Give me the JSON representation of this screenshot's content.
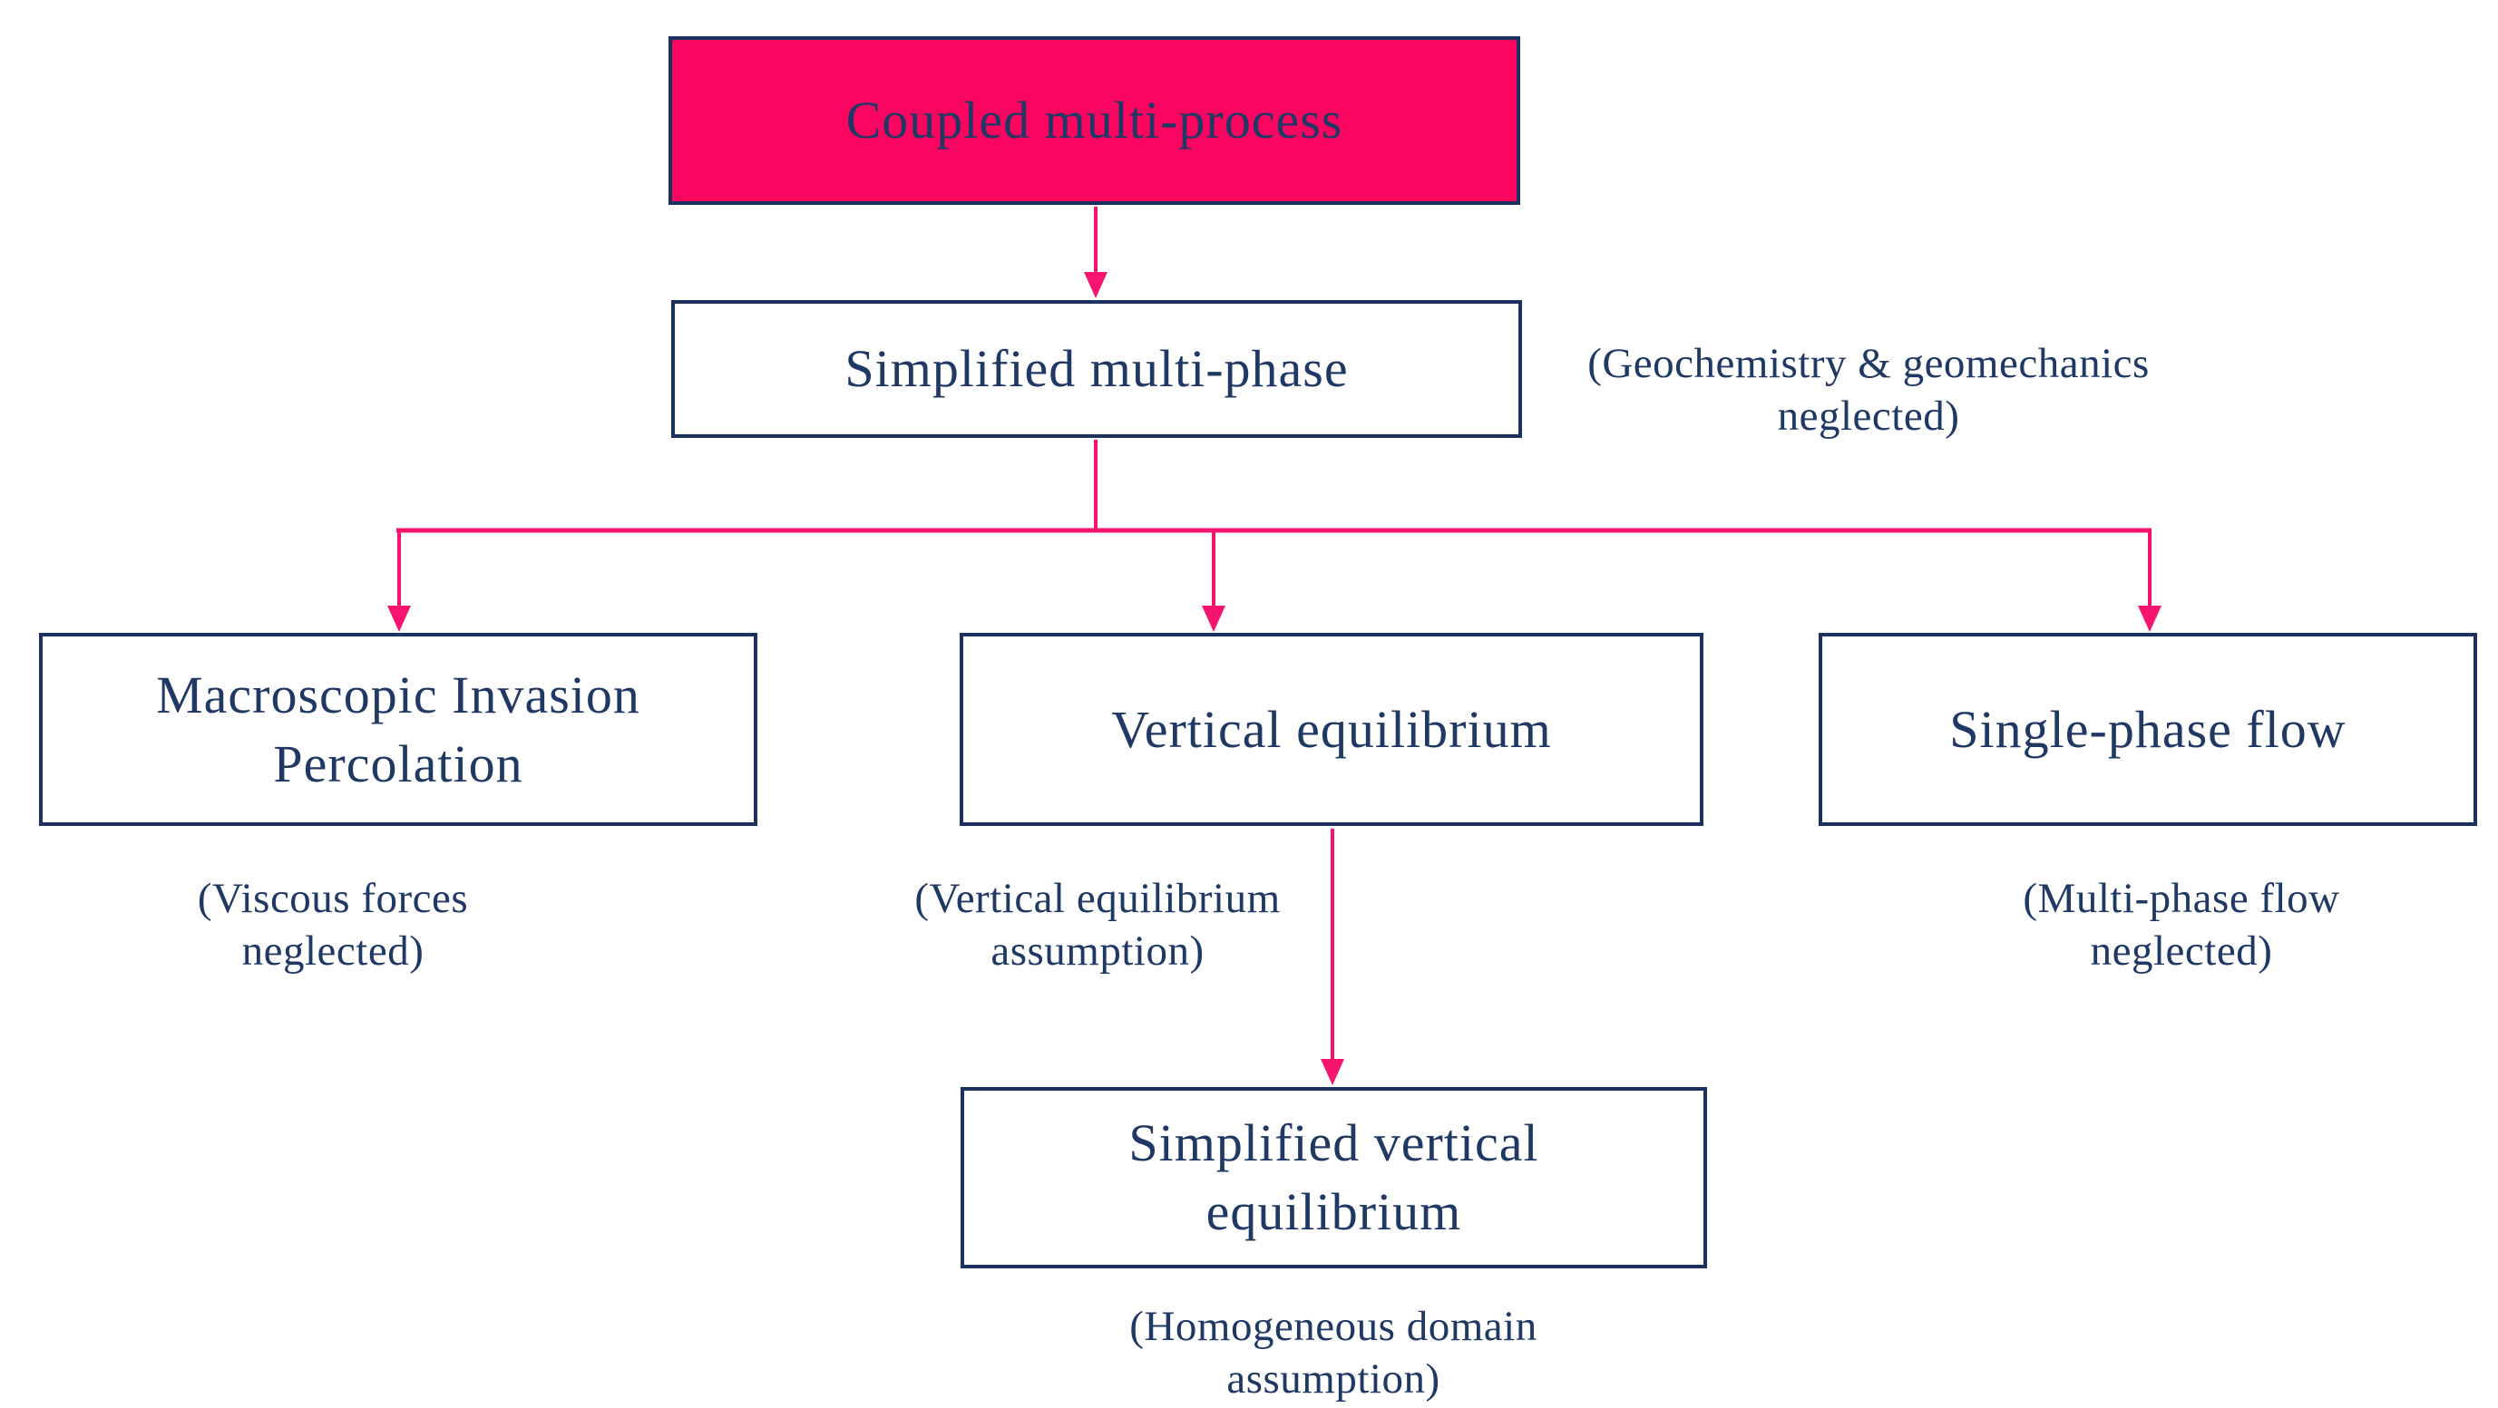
{
  "colors": {
    "accent_pink_fill": "#fa0560",
    "connector_pink": "#f6146e",
    "navy_border": "#1b3160",
    "navy_text": "#1f3864",
    "background": "#ffffff"
  },
  "nodes": {
    "coupled": {
      "label": "Coupled multi-process"
    },
    "simplified_multiphase": {
      "label": "Simplified multi-phase"
    },
    "macroscopic": {
      "label": "Macroscopic Invasion Percolation"
    },
    "vertical_eq": {
      "label": "Vertical equilibrium"
    },
    "single_phase": {
      "label": "Single-phase flow"
    },
    "simplified_ve": {
      "label": "Simplified vertical equilibrium"
    }
  },
  "annotations": {
    "geochem": {
      "line1": "(Geochemistry & geomechanics",
      "line2": "neglected)"
    },
    "viscous": {
      "line1": "(Viscous forces",
      "line2": "neglected)"
    },
    "ve_assumption": {
      "line1": "(Vertical equilibrium",
      "line2": "assumption)"
    },
    "multiphase": {
      "line1": "(Multi-phase flow",
      "line2": "neglected)"
    },
    "homogeneous": {
      "line1": "(Homogeneous domain",
      "line2": "assumption)"
    }
  }
}
